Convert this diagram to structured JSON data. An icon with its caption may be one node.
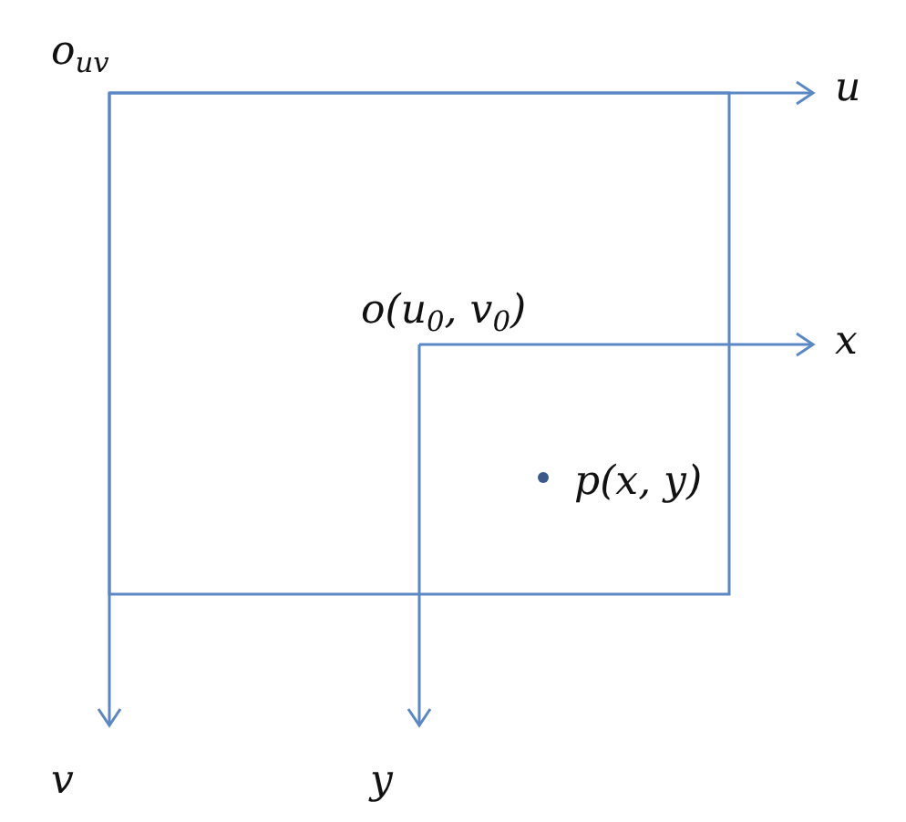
{
  "diagram": {
    "labels": [
      "o$_{uv}$",
      "u",
      "o(u$_{0}$, v$_{0}$)",
      "x",
      "p(x, y)",
      "v",
      "y"
    ]
  }
}
